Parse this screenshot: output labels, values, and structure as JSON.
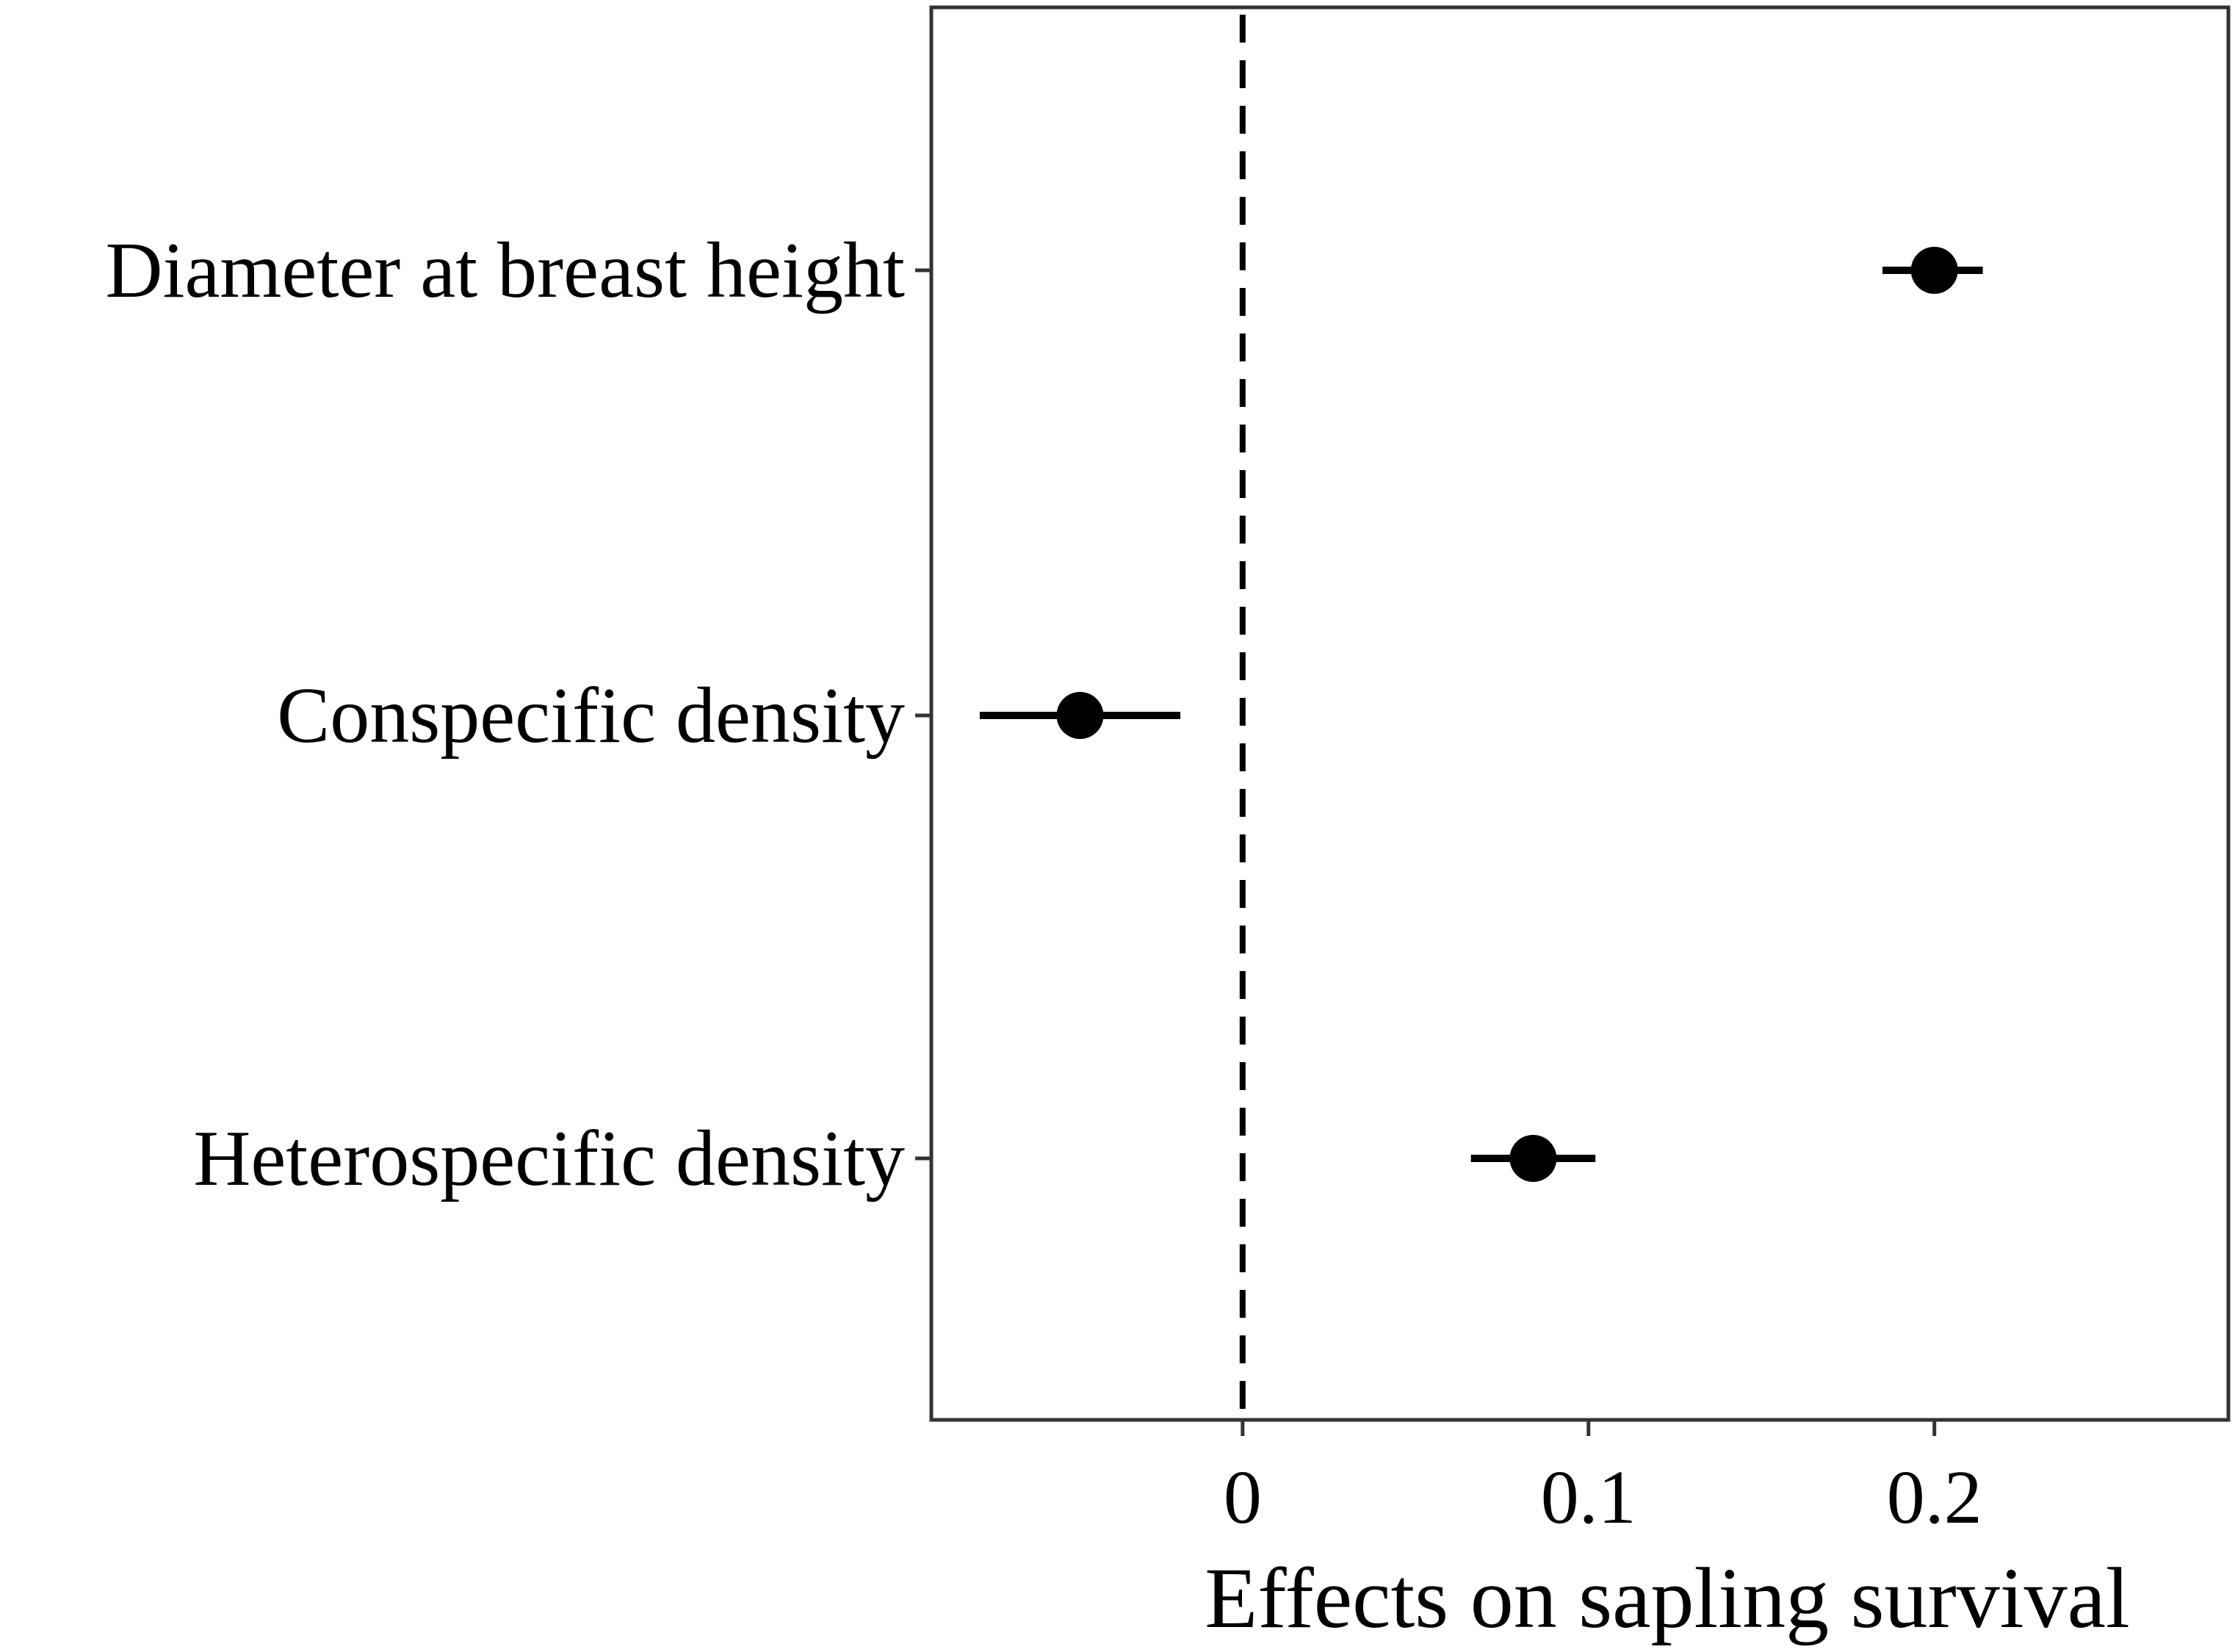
{
  "chart_data": {
    "type": "scatter",
    "subtype": "coefficient-plot",
    "title": "",
    "xlabel": "Effects on sapling survival",
    "ylabel": "",
    "xlim": [
      -0.09,
      0.285
    ],
    "xticks": [
      0,
      0.1,
      0.2
    ],
    "xtick_labels": [
      "0",
      "0.1",
      "0.2"
    ],
    "reference_line": {
      "x": 0,
      "style": "dashed"
    },
    "grid": false,
    "legend": "none",
    "categories": [
      "Diameter at breast height",
      "Conspecific density",
      "Heterospecific density"
    ],
    "estimates": [
      0.2,
      -0.047,
      0.084
    ],
    "ci_lower": [
      0.185,
      -0.076,
      0.066
    ],
    "ci_upper": [
      0.214,
      -0.018,
      0.102
    ],
    "colors": {
      "points": "#000000",
      "axes": "#333333",
      "text": "#000000"
    }
  }
}
